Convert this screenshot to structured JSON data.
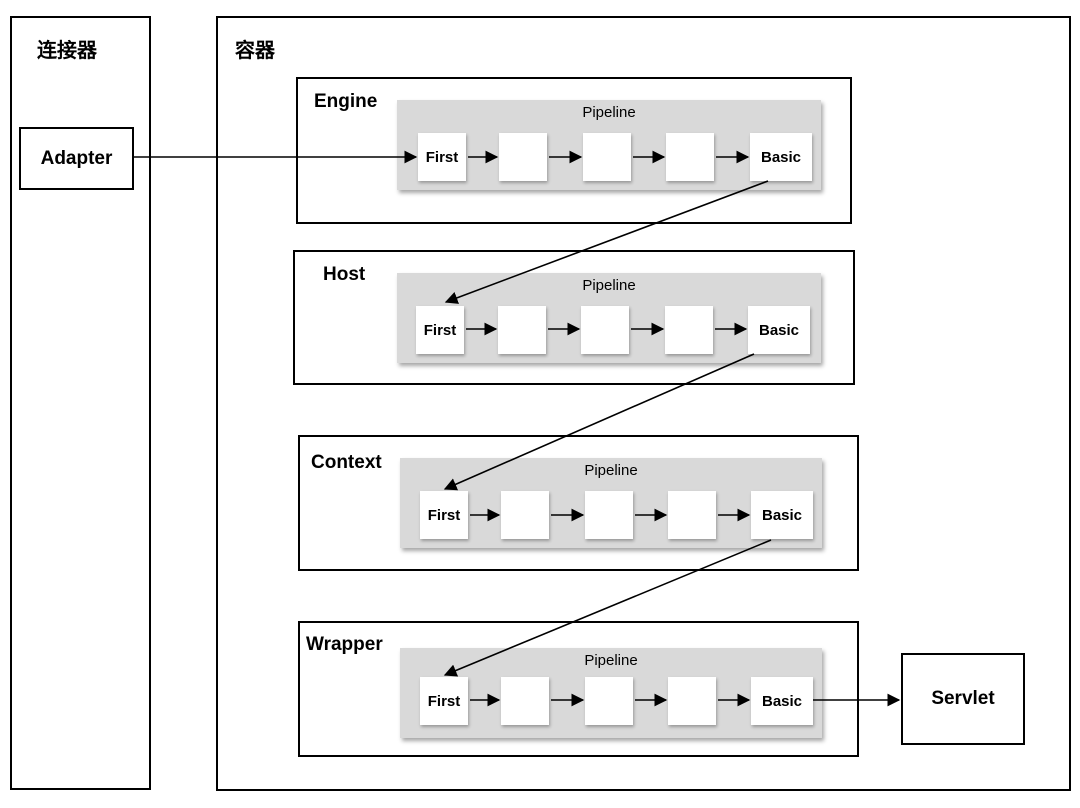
{
  "connector": {
    "title": "连接器",
    "adapter": "Adapter"
  },
  "container": {
    "title": "容器"
  },
  "containers": [
    {
      "name": "Engine",
      "pipeline": "Pipeline",
      "first": "First",
      "basic": "Basic"
    },
    {
      "name": "Host",
      "pipeline": "Pipeline",
      "first": "First",
      "basic": "Basic"
    },
    {
      "name": "Context",
      "pipeline": "Pipeline",
      "first": "First",
      "basic": "Basic"
    },
    {
      "name": "Wrapper",
      "pipeline": "Pipeline",
      "first": "First",
      "basic": "Basic"
    }
  ],
  "servlet": "Servlet"
}
